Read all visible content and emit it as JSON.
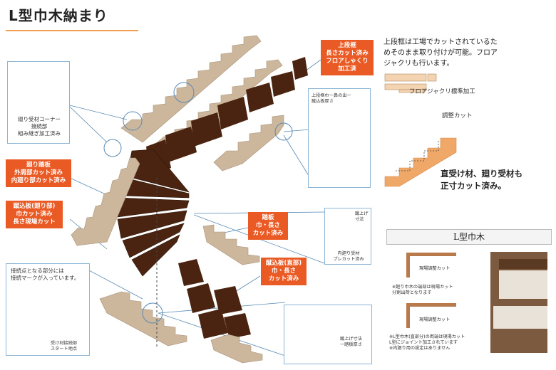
{
  "title": "L型巾木納まり",
  "labels": {
    "top_tread_cut": [
      "上段框",
      "長さカット済み",
      "フロアしゃくり",
      "加工済"
    ],
    "corner_receiver": [
      "廻り受材コーナー",
      "接続部",
      "組み継ぎ加工済み"
    ],
    "winder_tread": [
      "廻り踏板",
      "外周部カット済み",
      "内廻り部カット済み"
    ],
    "riser_winder": [
      "蹴込板(廻り部)",
      "巾カット済み",
      "長さ現場カット"
    ],
    "tread": [
      "踏板",
      "巾・長さ",
      "カット済み"
    ],
    "riser_straight": [
      "蹴込板(直部)",
      "巾・長さ",
      "カット済み"
    ],
    "top_frame_protrusion": [
      "上段框巾ー鼻の出ー",
      "蹴込板厚さ"
    ],
    "inner_receiver": [
      "内廻り受材",
      "プレカット済み"
    ],
    "rise_dim": [
      "蹴上げ寸法"
    ],
    "rise_minus": [
      "蹴上げ寸法",
      "ー踏板厚さ"
    ],
    "connection_mark": [
      "接続点となる部分には",
      "接続マークが入っています。"
    ],
    "receiver_start": [
      "受け材接続部",
      "スタート地点"
    ]
  },
  "right": {
    "top_note": [
      "上段框は工場でカットされているた",
      "めそのまま取り付けが可能。フロア",
      "ジャクリも行います。"
    ],
    "floor_label": "フロアジャクリ標準加工",
    "adjust_cut": "調整カット",
    "precut_note": [
      "直受け材、廻り受材も",
      "正寸カット済み。"
    ],
    "panel_title": "L型巾木",
    "adjust_cut_1": "現場調整カット",
    "note_1": [
      "※廻り巾木の端部は現場カット",
      "分割出荷となります"
    ],
    "adjust_cut_2": "現場調整カット",
    "note_2": [
      "※L型巾木(直部分)の両端は現場カット",
      "L型にジョイント加工されています",
      "※内廻り用の設定はありません"
    ]
  },
  "colors": {
    "accent": "#ea5a25",
    "tread": "#4a2410",
    "wood": "#c8b49a",
    "box_border": "#8cb4d4",
    "orange_wood": "#f0a868"
  }
}
